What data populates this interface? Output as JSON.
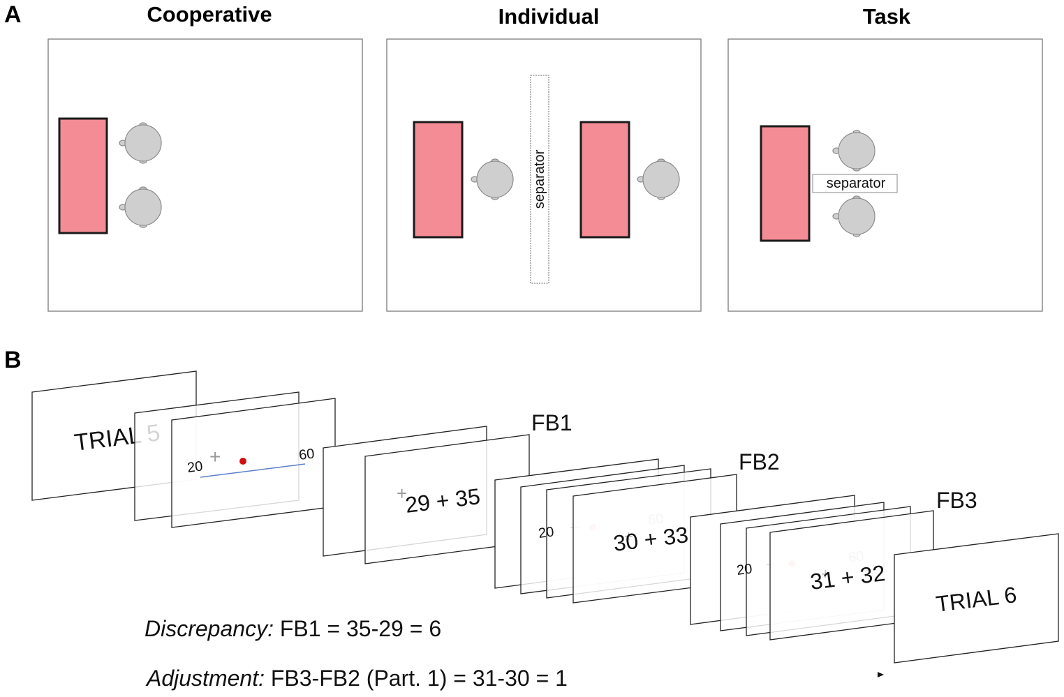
{
  "panel_a": {
    "letter": "A",
    "conditions": [
      {
        "title": "Cooperative",
        "separator_label": ""
      },
      {
        "title": "Individual",
        "separator_label": "separator"
      },
      {
        "title": "Task",
        "separator_label": "separator"
      }
    ]
  },
  "panel_b": {
    "letter": "B",
    "trial_start": "TRIAL 5",
    "trial_end": "TRIAL 6",
    "scale_min": "20",
    "scale_max": "60",
    "feedback": [
      {
        "label": "FB1",
        "sum_text": "29 + 35"
      },
      {
        "label": "FB2",
        "sum_text": "30 + 33"
      },
      {
        "label": "FB3",
        "sum_text": "31 + 32"
      }
    ],
    "discrepancy_label": "Discrepancy:",
    "discrepancy_text": " FB1 = 35-29 = 6",
    "adjustment_label": "Adjustment:",
    "adjustment_text": " FB3-FB2 (Part. 1) = 31-30 = 1"
  },
  "colors": {
    "desk": "#f48c95",
    "head": "#cfcfcf",
    "marker": "#d01010",
    "scale_line": "#5a7fc8"
  }
}
